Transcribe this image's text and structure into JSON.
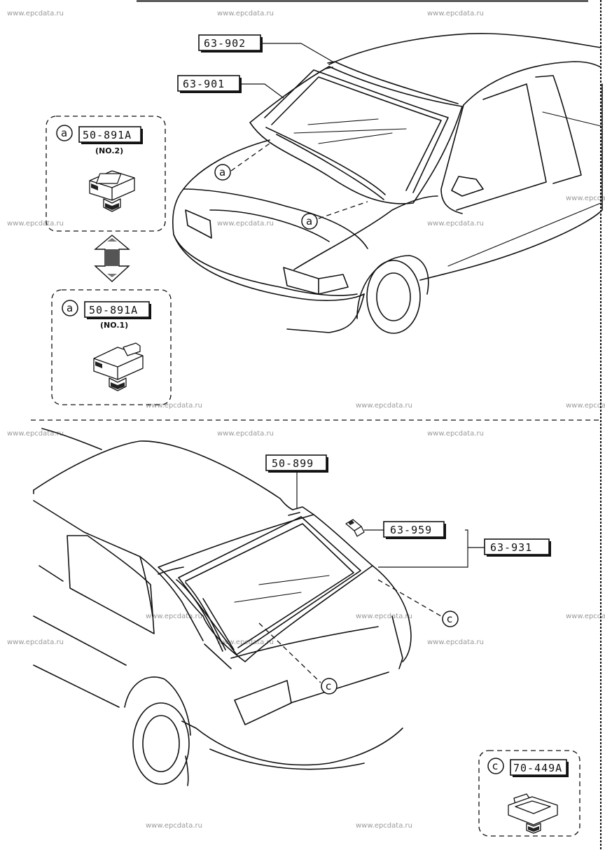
{
  "watermark": "www.epcdata.ru",
  "labels": {
    "front_molding": "63-902",
    "front_glass": "63-901",
    "fastener_no2": "50-891A",
    "fastener_no2_note": "(NO.2)",
    "fastener_no1": "50-891A",
    "fastener_no1_note": "(NO.1)",
    "rear_molding": "50-899",
    "rear_clip": "63-959",
    "rear_glass": "63-931",
    "rear_fastener": "70-449A"
  },
  "callouts": {
    "a": "a",
    "c": "c"
  },
  "icons": [
    "interchange-double-arrow-icon"
  ]
}
